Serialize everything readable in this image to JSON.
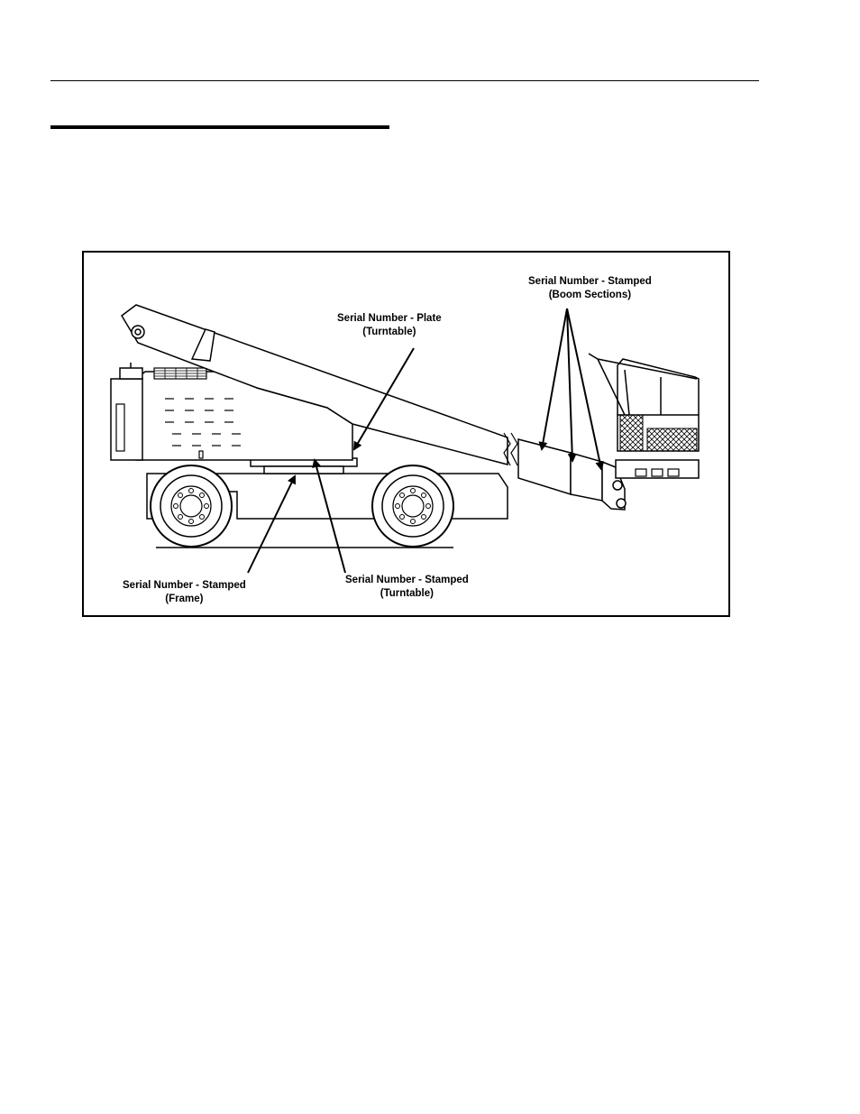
{
  "figure": {
    "callouts": {
      "boom_sections": {
        "line1": "Serial Number - Stamped",
        "line2": "(Boom Sections)"
      },
      "turntable_plate": {
        "line1": "Serial Number - Plate",
        "line2": "(Turntable)"
      },
      "frame_stamped": {
        "line1": "Serial Number - Stamped",
        "line2": "(Frame)"
      },
      "turntable_stamped": {
        "line1": "Serial Number - Stamped",
        "line2": "(Turntable)"
      }
    },
    "colors": {
      "line": "#000000",
      "background": "#ffffff"
    }
  }
}
